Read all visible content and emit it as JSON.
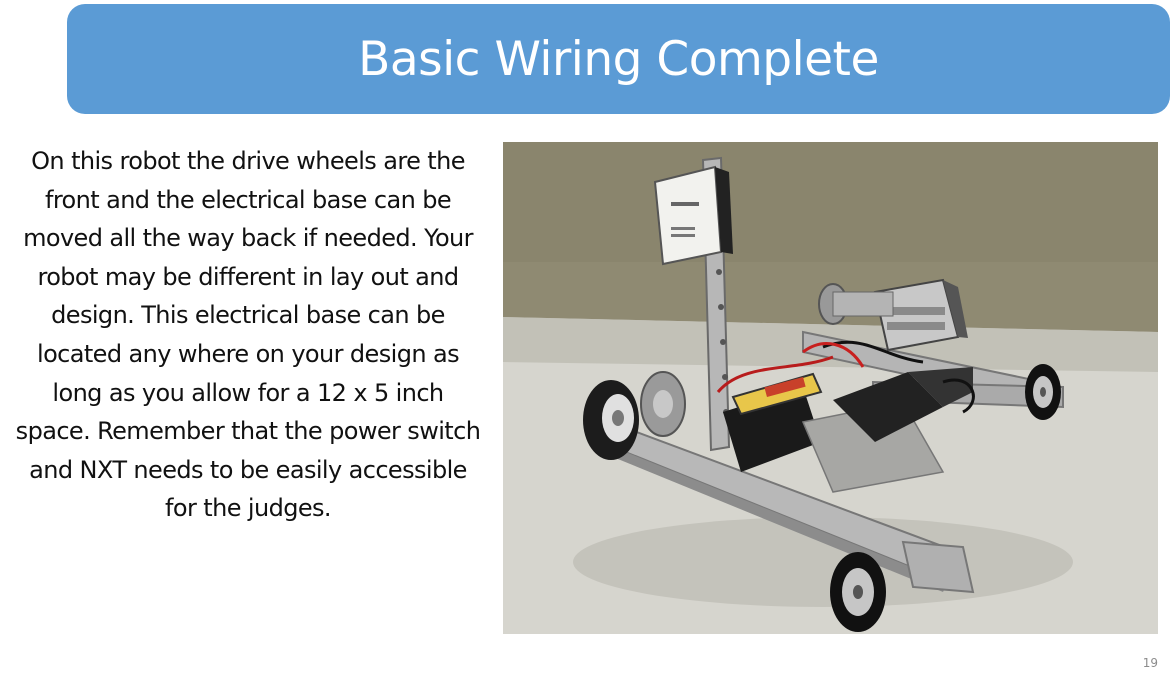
{
  "slide": {
    "title": "Basic Wiring Complete",
    "body": "On this robot the drive wheels are the front and the electrical base can be moved all the way back if needed. Your robot may be different in lay out and design. This electrical base can be located any where on your design as long as you allow for a 12 x 5 inch space. Remember that the power switch and NXT needs to be easily accessible for the judges.",
    "page_number": "19"
  },
  "colors": {
    "title_bar": "#5b9bd5",
    "title_text": "#ffffff",
    "body_text": "#111111",
    "page_number": "#8c8c8c"
  }
}
